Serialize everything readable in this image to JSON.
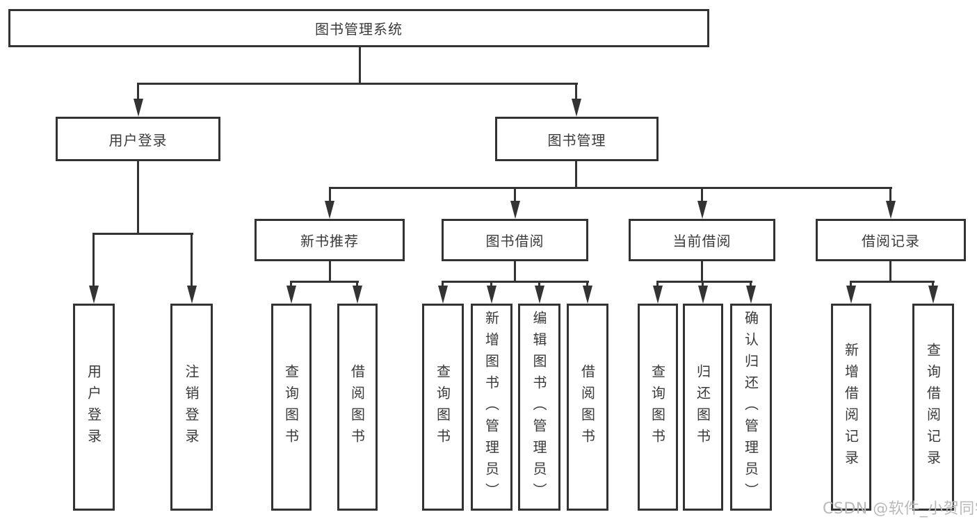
{
  "diagram": {
    "type": "hierarchy",
    "root": {
      "label": "图书管理系统"
    },
    "branches": [
      {
        "label": "用户登录",
        "children": [
          {
            "label": "用户登录"
          },
          {
            "label": "注销登录"
          }
        ]
      },
      {
        "label": "图书管理",
        "children": [
          {
            "label": "新书推荐",
            "children": [
              {
                "label": "查询图书"
              },
              {
                "label": "借阅图书"
              }
            ]
          },
          {
            "label": "图书借阅",
            "children": [
              {
                "label": "查询图书"
              },
              {
                "label": "新增图书（管理员）"
              },
              {
                "label": "编辑图书（管理员）"
              },
              {
                "label": "借阅图书"
              }
            ]
          },
          {
            "label": "当前借阅",
            "children": [
              {
                "label": "查询图书"
              },
              {
                "label": "归还图书"
              },
              {
                "label": "确认归还（管理员）"
              }
            ]
          },
          {
            "label": "借阅记录",
            "children": [
              {
                "label": "新增借阅记录"
              },
              {
                "label": "查询借阅记录"
              }
            ]
          }
        ]
      }
    ]
  },
  "colors": {
    "line": "#333333",
    "text": "#3a3a3a",
    "background": "#ffffff",
    "watermark": "#b9b9b9"
  },
  "watermark": {
    "text": "CSDN @软件_小贺同学"
  }
}
